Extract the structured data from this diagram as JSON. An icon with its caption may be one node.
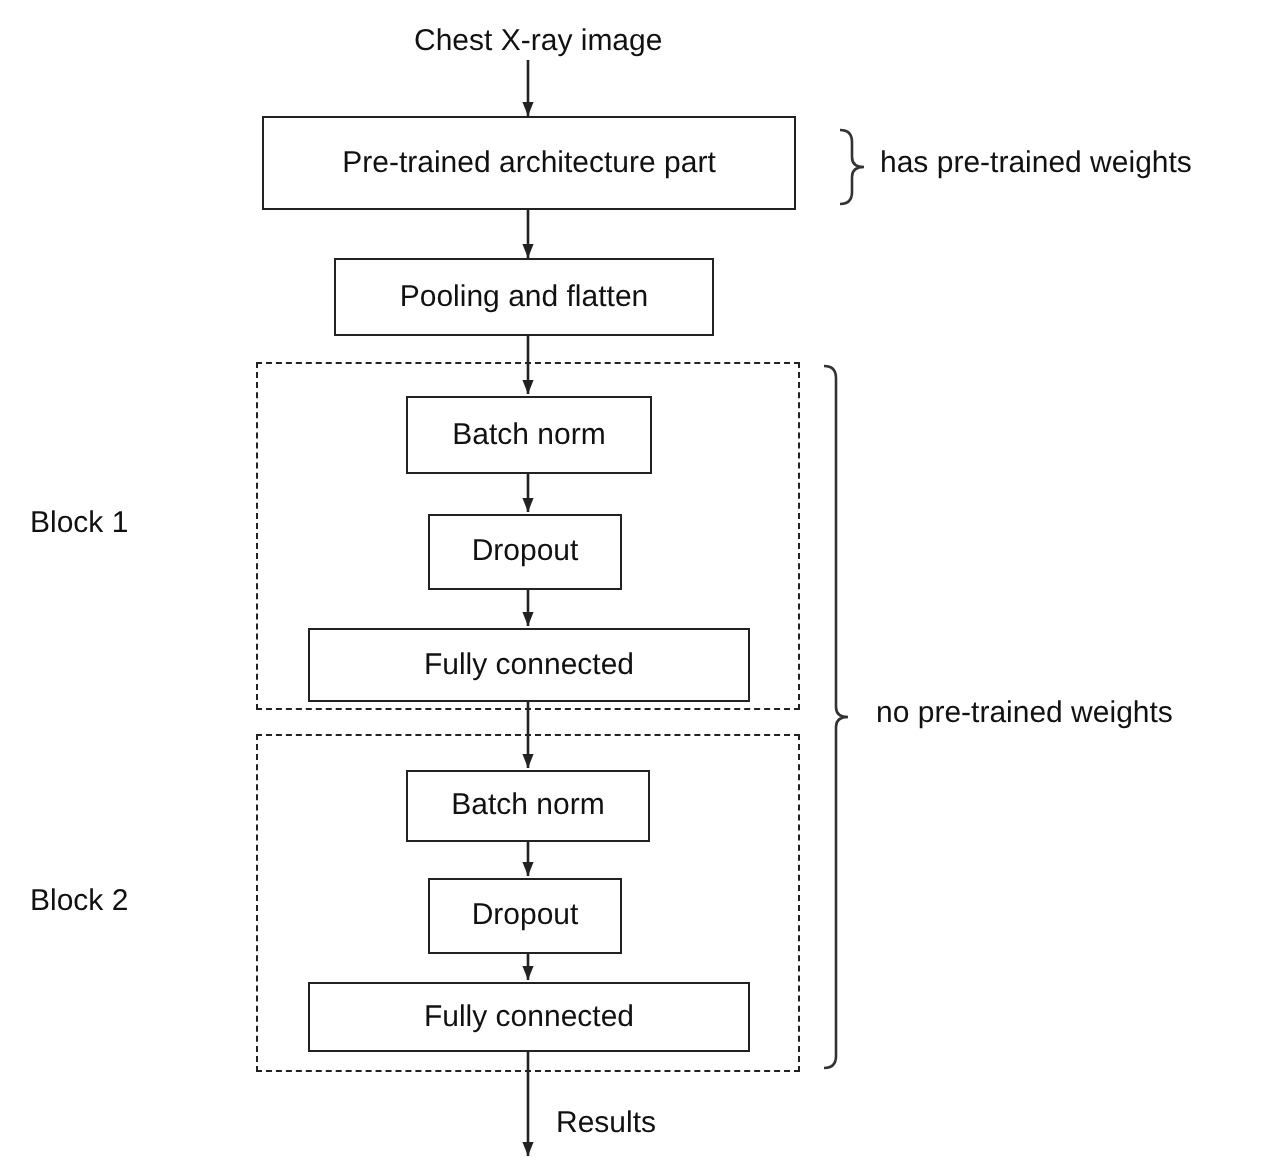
{
  "diagram": {
    "nodes": [
      {
        "text": [
          "Pre-trained architecture part"
        ]
      },
      {
        "text": [
          "Pooling and flatten"
        ]
      },
      {
        "text": [
          "Block 1"
        ]
      },
      {
        "text": [
          "Batch norm"
        ],
        "in": 2
      },
      {
        "text": [
          "Dropout"
        ],
        "in": 2
      },
      {
        "text": [
          "Fully connected"
        ],
        "in": 2
      },
      {
        "text": [
          "Block 2"
        ]
      },
      {
        "text": [
          "Batch norm"
        ],
        "in": 6
      },
      {
        "text": [
          "Dropout"
        ],
        "in": 6
      },
      {
        "text": [
          "Fully connected"
        ],
        "in": 6
      }
    ],
    "edges": [
      {
        "from": null,
        "to": 0,
        "arrow": "to",
        "label": "Chest X-ray image"
      },
      {
        "from": 0,
        "to": 1,
        "arrow": "to"
      },
      {
        "from": 1,
        "to": 3,
        "arrow": "to"
      },
      {
        "from": 3,
        "to": 4,
        "arrow": "to"
      },
      {
        "from": 4,
        "to": 5,
        "arrow": "to"
      },
      {
        "from": 5,
        "to": 7,
        "arrow": "to"
      },
      {
        "from": 7,
        "to": 8,
        "arrow": "to"
      },
      {
        "from": 8,
        "to": 9,
        "arrow": "to"
      },
      {
        "from": 9,
        "to": null,
        "arrow": "to",
        "label": "Results"
      }
    ],
    "labels": [
      "has pre-trained weights",
      "no pre-trained weights"
    ]
  }
}
